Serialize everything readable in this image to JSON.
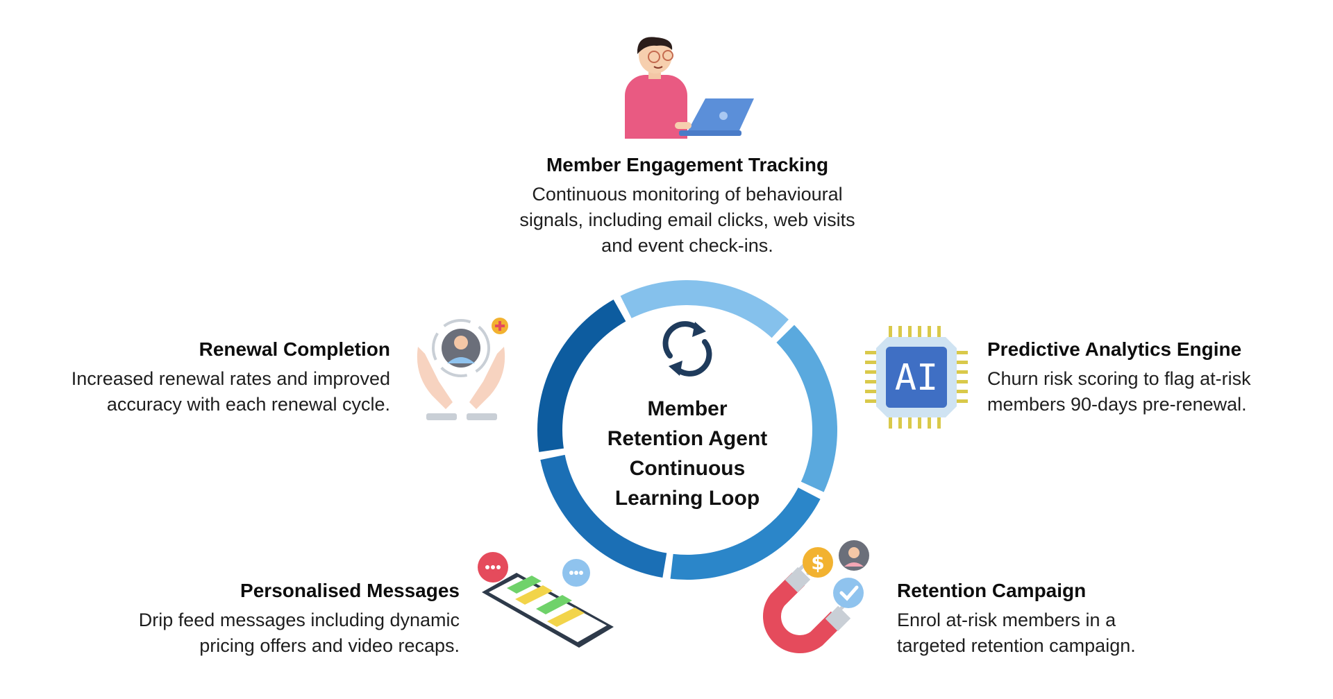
{
  "center": {
    "lines": [
      "Member",
      "Retention Agent",
      "Continuous",
      "Learning Loop"
    ],
    "icon": "refresh-cycle-icon"
  },
  "ring": {
    "segments": [
      {
        "name": "engagement",
        "color": "#85c1ec"
      },
      {
        "name": "analytics",
        "color": "#5aa9de"
      },
      {
        "name": "campaign",
        "color": "#2b86c9"
      },
      {
        "name": "messages",
        "color": "#1b6fb5"
      },
      {
        "name": "renewal",
        "color": "#0d5c9f"
      }
    ]
  },
  "stages": {
    "engagement": {
      "title": "Member Engagement Tracking",
      "lines": [
        "Continuous monitoring of behavioural",
        "signals, including email clicks, web visits",
        "and event check-ins."
      ],
      "icon": "person-laptop-icon"
    },
    "analytics": {
      "title": "Predictive Analytics Engine",
      "lines": [
        "Churn risk scoring to flag at-risk",
        "members 90-days pre-renewal."
      ],
      "icon": "ai-chip-icon",
      "chip_text": "AI"
    },
    "campaign": {
      "title": "Retention Campaign",
      "lines": [
        "Enrol at-risk members in a",
        "targeted retention campaign."
      ],
      "icon": "magnet-icon"
    },
    "messages": {
      "title": "Personalised Messages",
      "lines": [
        "Drip feed messages including dynamic",
        "pricing offers and video recaps."
      ],
      "icon": "phone-chat-icon"
    },
    "renewal": {
      "title": "Renewal Completion",
      "lines": [
        "Increased renewal rates and improved",
        "accuracy with each renewal cycle."
      ],
      "icon": "hands-person-icon"
    }
  },
  "colors": {
    "accent_dark": "#1f3b5c",
    "pink": "#e95a82",
    "laptop": "#5b8fd9",
    "chip": "#3f6fc4",
    "chip_pins": "#d9c94a",
    "magnet": "#e54b5c",
    "phone_screen": "#ffffff",
    "msg_green": "#6fd26a",
    "msg_yellow": "#f2d44a"
  }
}
